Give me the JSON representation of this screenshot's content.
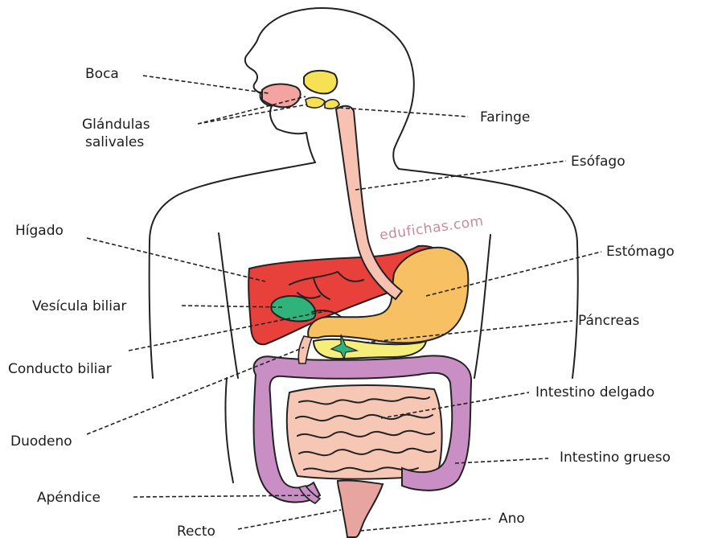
{
  "watermark": "edufichas.com",
  "labels": {
    "boca": "Boca",
    "glandulas_1": "Glándulas",
    "glandulas_2": "salivales",
    "faringe": "Faringe",
    "esofago": "Esófago",
    "higado": "Hígado",
    "estomago": "Estómago",
    "vesicula": "Vesícula biliar",
    "pancreas": "Páncreas",
    "conducto": "Conducto biliar",
    "intestino_delgado": "Intestino delgado",
    "duodeno": "Duodeno",
    "intestino_grueso": "Intestino grueso",
    "apendice": "Apéndice",
    "ano": "Ano",
    "recto": "Recto"
  },
  "colors": {
    "mouth": "#f4a3a3",
    "salivary": "#f6e054",
    "esophagus": "#f7c2b2",
    "liver": "#e8403a",
    "gallbladder": "#2fb37a",
    "stomach": "#f6c063",
    "pancreas": "#f6ee7a",
    "small_intestine": "#f7c7b6",
    "large_intestine": "#c98ec4",
    "rectum": "#e8a5a0",
    "watermark": "#c98a9a"
  }
}
